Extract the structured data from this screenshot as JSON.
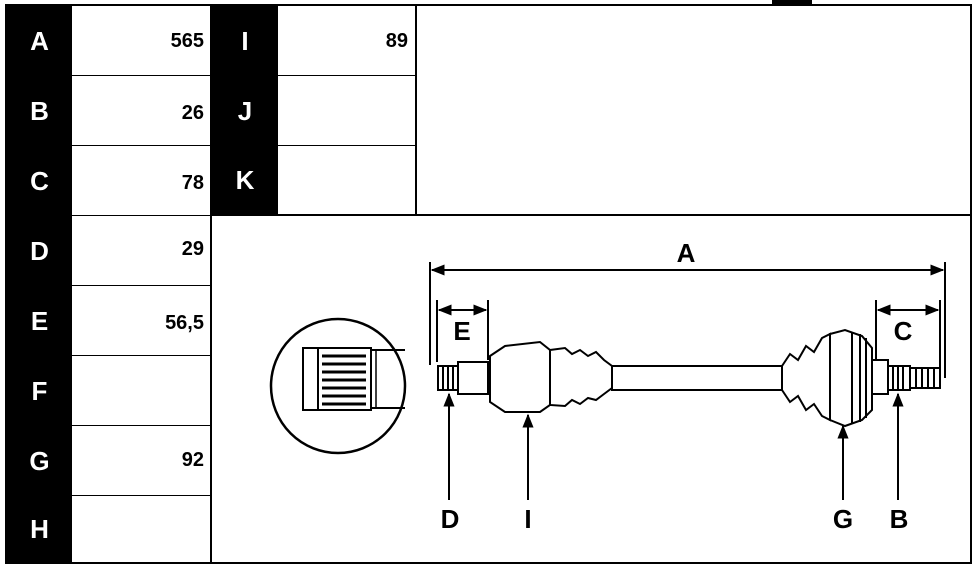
{
  "left_table": [
    {
      "label": "A",
      "value": "565"
    },
    {
      "label": "B",
      "value": "26"
    },
    {
      "label": "C",
      "value": "78"
    },
    {
      "label": "D",
      "value": "29"
    },
    {
      "label": "E",
      "value": "56,5"
    },
    {
      "label": "F",
      "value": ""
    },
    {
      "label": "G",
      "value": "92"
    },
    {
      "label": "H",
      "value": ""
    }
  ],
  "mid_table": [
    {
      "label": "I",
      "value": "89"
    },
    {
      "label": "J",
      "value": ""
    },
    {
      "label": "K",
      "value": ""
    }
  ],
  "drawing": {
    "dim_a": "A",
    "dim_e": "E",
    "dim_c": "C",
    "callout_d": "D",
    "callout_i": "I",
    "callout_g": "G",
    "callout_b": "B"
  }
}
